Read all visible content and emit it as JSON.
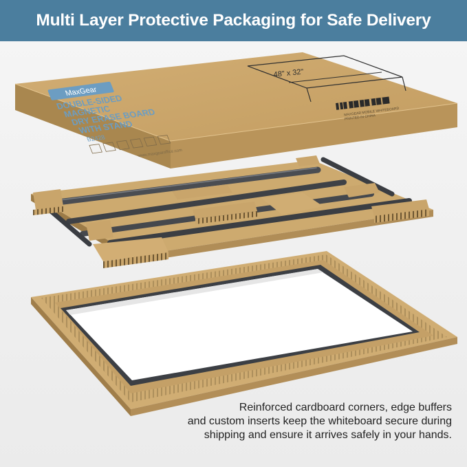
{
  "banner": {
    "title": "Multi Layer Protective Packaging for Safe Delivery"
  },
  "box_label": {
    "brand": "MaxGear",
    "product_lines": [
      "DOUBLE-SIDED",
      "MAGNETIC",
      "DRY ERASE BOARD",
      "WITH STAND"
    ],
    "model": "B2428",
    "size": "48\" x 32\"",
    "website": "www.maxgearoffice.com",
    "barcode_caption": [
      "MAXGEAR MOBILE WHITEBOARD",
      "PRINTED IN CHINA"
    ]
  },
  "caption": {
    "lines": [
      "Reinforced cardboard corners, edge buffers",
      "and custom inserts keep the whiteboard secure during",
      "shipping and ensure it arrives safely in your hands."
    ]
  },
  "colors": {
    "banner": "#4b7e9e",
    "cardboard": "#c9a56b",
    "cardboard_dark": "#a9874f",
    "frame": "#3c3f44",
    "board": "#ffffff"
  }
}
